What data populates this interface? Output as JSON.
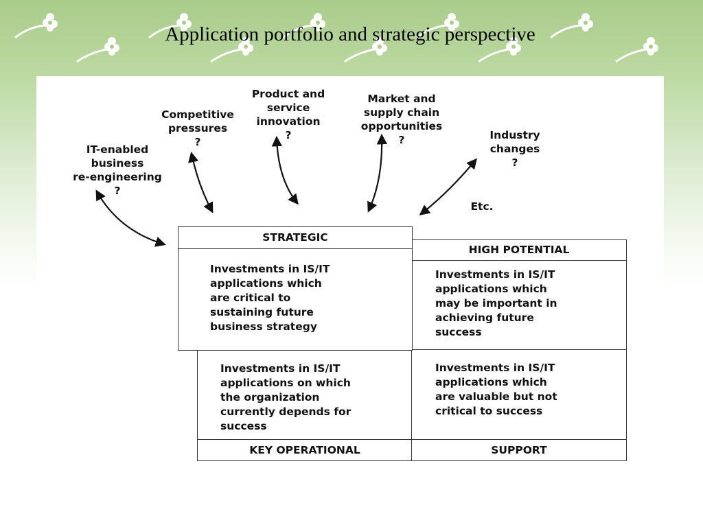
{
  "slide": {
    "title": "Application portfolio and strategic perspective"
  },
  "pressures": [
    {
      "lines": [
        "IT-enabled",
        "business",
        "re-engineering",
        "?"
      ]
    },
    {
      "lines": [
        "Competitive",
        "pressures",
        "?"
      ]
    },
    {
      "lines": [
        "Product and",
        "service",
        "innovation",
        "?"
      ]
    },
    {
      "lines": [
        "Market and",
        "supply chain",
        "opportunities",
        "?"
      ]
    },
    {
      "lines": [
        "Industry",
        "changes",
        "?"
      ]
    },
    {
      "lines": [
        "Etc."
      ]
    }
  ],
  "quadrants": {
    "strategic": {
      "header": "STRATEGIC",
      "lines": [
        "Investments in IS/IT",
        "applications which",
        "are critical to",
        "sustaining future",
        "business strategy"
      ]
    },
    "high_potential": {
      "header": "HIGH POTENTIAL",
      "lines": [
        "Investments in IS/IT",
        "applications which",
        "may be important in",
        "achieving future",
        "success"
      ]
    },
    "key_operational": {
      "header": "KEY OPERATIONAL",
      "lines": [
        "Investments in IS/IT",
        "applications on which",
        "the organization",
        "currently depends for",
        "success"
      ]
    },
    "support": {
      "header": "SUPPORT",
      "lines": [
        "Investments in IS/IT",
        "applications which",
        "are valuable but not",
        "critical to success"
      ]
    }
  },
  "colors": {
    "header_green": "#a9cc8a",
    "line": "#333333"
  }
}
